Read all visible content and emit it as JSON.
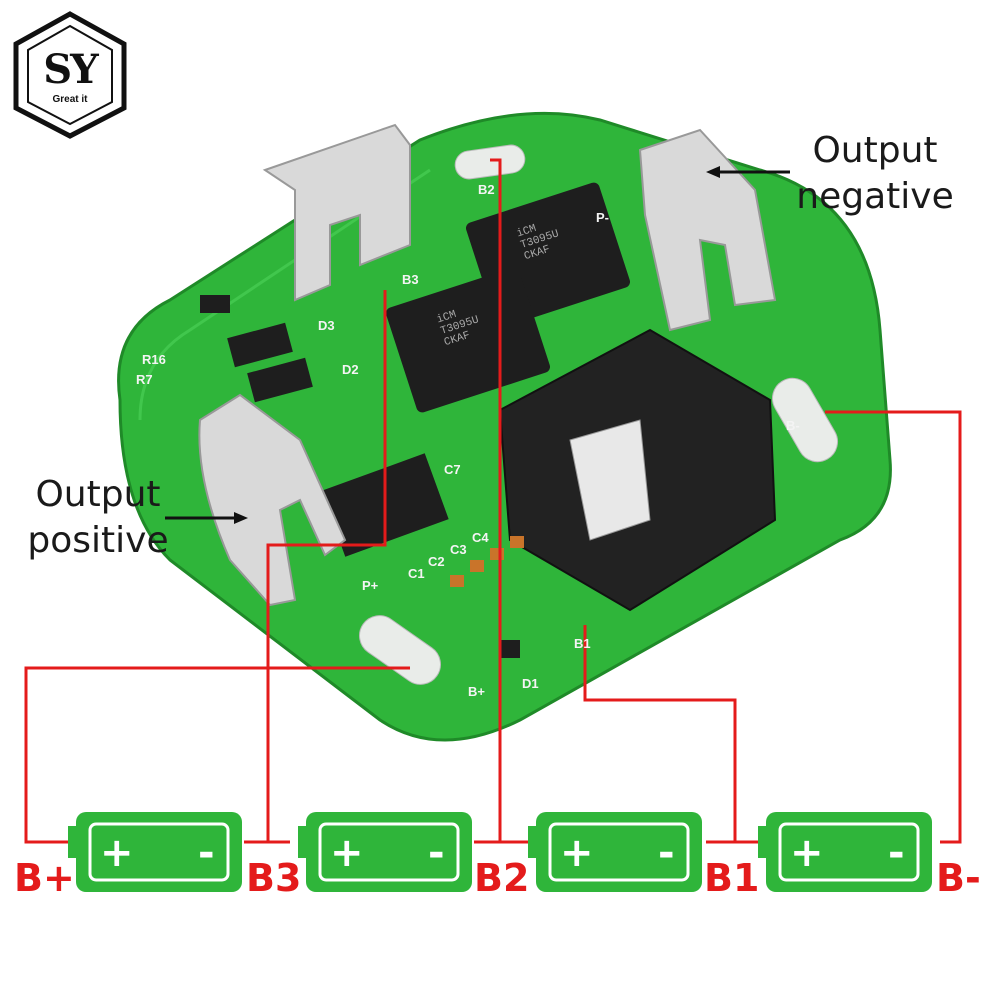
{
  "logo": {
    "mark": "SY",
    "tagline": "Great it"
  },
  "callouts": {
    "output_negative": {
      "line1": "Output",
      "line2": "negative"
    },
    "output_positive": {
      "line1": "Output",
      "line2": "positive"
    }
  },
  "terminals": {
    "b_plus": "B+",
    "b3": "B3",
    "b2": "B2",
    "b1": "B1",
    "b_minus": "B-"
  },
  "battery_cells": [
    {
      "positive": "+",
      "negative": "-"
    },
    {
      "positive": "+",
      "negative": "-"
    },
    {
      "positive": "+",
      "negative": "-"
    },
    {
      "positive": "+",
      "negative": "-"
    }
  ],
  "pcb_silkscreen": {
    "b2": "B2",
    "b3": "B3",
    "d3": "D3",
    "d2": "D2",
    "d1": "D1",
    "p_minus": "P-",
    "p_plus": "P+",
    "b_minus": "B-",
    "b_plus": "B+",
    "b1": "B1",
    "r7": "R7",
    "r16": "R16",
    "c7": "C7",
    "c1": "C1",
    "c2": "C2",
    "c3": "C3",
    "c4": "C4"
  },
  "chips": [
    {
      "line1": "iCM",
      "line2": "T3095U",
      "line3": "CKAF"
    },
    {
      "line1": "iCM",
      "line2": "T3095U",
      "line3": "CKAF"
    }
  ],
  "colors": {
    "pcb_green": "#2fb53a",
    "wire_red": "#e41b1b",
    "cell_green": "#2fb53a",
    "component_black": "#1e1e1e",
    "terminal_metal": "#d9d9d9"
  }
}
